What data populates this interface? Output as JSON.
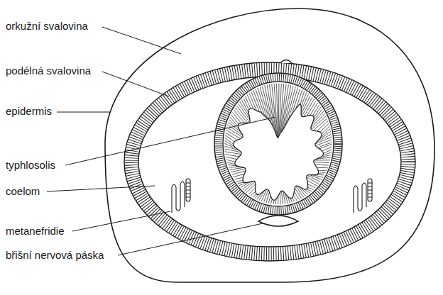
{
  "diagram": {
    "labels": [
      "orkužní svalovina",
      "podélná svalovina",
      "epidermis",
      "typhlosolis",
      "coelom",
      "metanefridie",
      "břišní nervová páska"
    ]
  }
}
